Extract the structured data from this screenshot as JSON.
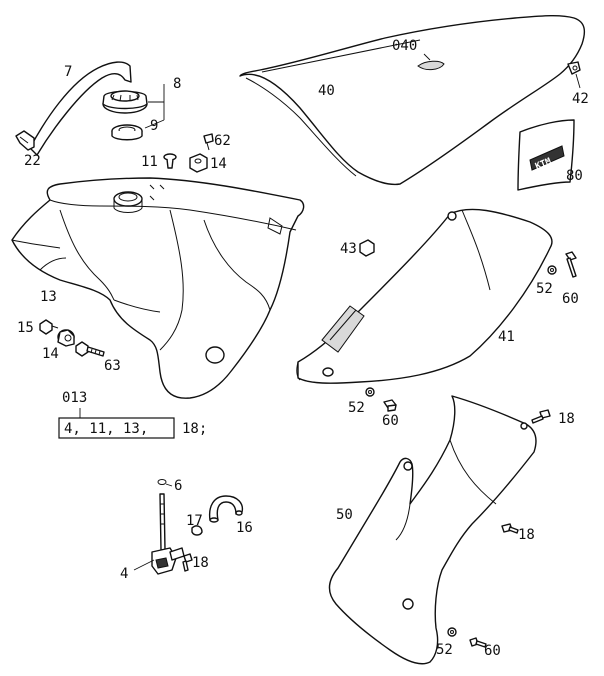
{
  "labels": {
    "l7": "7",
    "l8": "8",
    "l9": "9",
    "l22": "22",
    "l62": "62",
    "l11": "11",
    "l14a": "14",
    "l040": "040",
    "l40": "40",
    "l42": "42",
    "l80": "80",
    "l13": "13",
    "l15": "15",
    "l14b": "14",
    "l63": "63",
    "l43": "43",
    "l52a": "52",
    "l60a": "60",
    "l41": "41",
    "l52b": "52",
    "l60b": "60",
    "l18a": "18",
    "l013": "013",
    "kit_contents": "4, 11, 13,",
    "kit_extra": "18;",
    "l6": "6",
    "l17": "17",
    "l16": "16",
    "l4": "4",
    "l18b": "18",
    "l50": "50",
    "l18c": "18",
    "l52c": "52",
    "l60c": "60"
  },
  "logo_text": "KTM"
}
